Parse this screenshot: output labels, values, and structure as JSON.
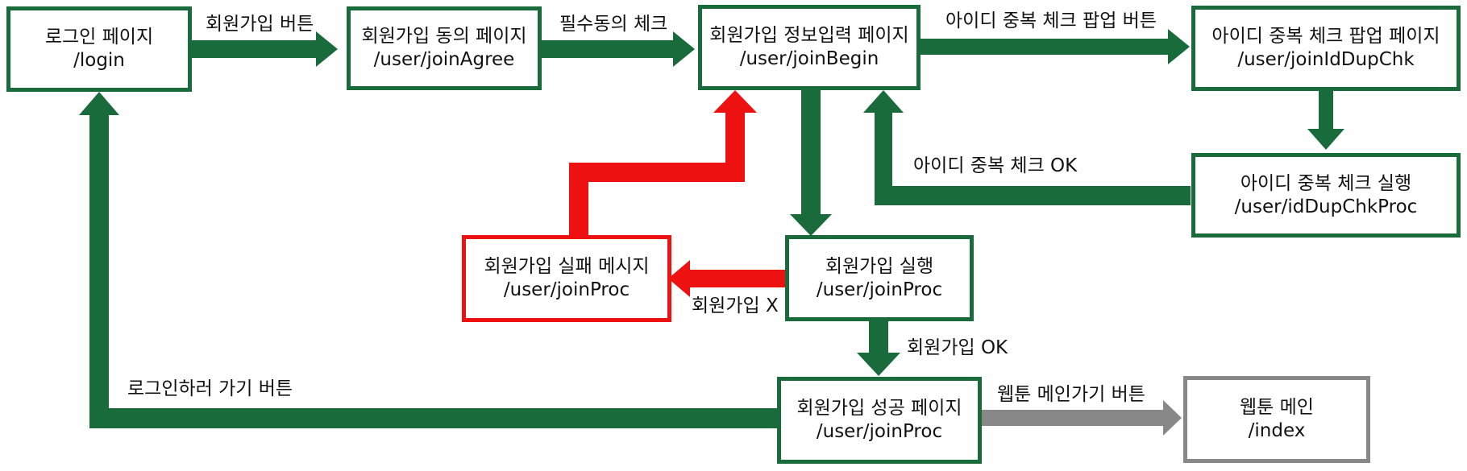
{
  "colors": {
    "primary": "#1a6b3c",
    "error": "#ee1111",
    "external": "#888888"
  },
  "nodes": {
    "login": {
      "title": "로그인 페이지",
      "path": "/login"
    },
    "join_agree": {
      "title": "회원가입 동의 페이지",
      "path": "/user/joinAgree"
    },
    "join_begin": {
      "title": "회원가입 정보입력 페이지",
      "path": "/user/joinBegin"
    },
    "dup_popup": {
      "title": "아이디 중복 체크 팝업 페이지",
      "path": "/user/joinIdDupChk"
    },
    "dup_proc": {
      "title": "아이디 중복 체크 실행",
      "path": "/user/idDupChkProc"
    },
    "join_fail": {
      "title": "회원가입 실패 메시지",
      "path": "/user/joinProc"
    },
    "join_proc": {
      "title": "회원가입 실행",
      "path": "/user/joinProc"
    },
    "join_success": {
      "title": "회원가입 성공 페이지",
      "path": "/user/joinProc"
    },
    "webtoon_main": {
      "title": "웹툰 메인",
      "path": "/index"
    }
  },
  "edges": {
    "signup_button": "회원가입 버튼",
    "agree_check": "필수동의 체크",
    "dup_popup_button": "아이디 중복 체크 팝업 버튼",
    "dup_ok": "아이디 중복 체크 OK",
    "join_x": "회원가입 X",
    "join_ok": "회원가입 OK",
    "go_login_button": "로그인하러 가기 버튼",
    "go_main_button": "웹툰 메인가기 버튼"
  }
}
